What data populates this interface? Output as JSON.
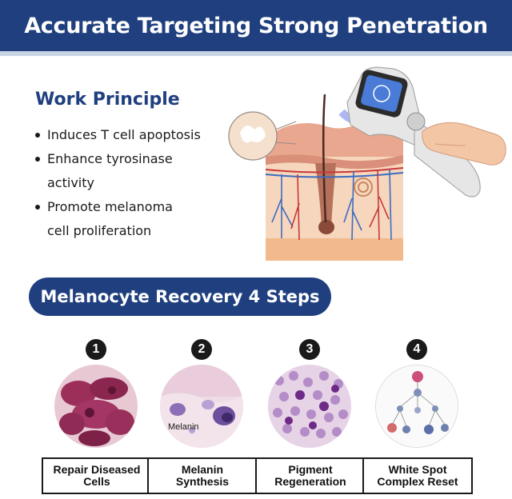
{
  "banner": {
    "title": "Accurate Targeting  Strong Penetration"
  },
  "work_principle": {
    "title": "Work Principle",
    "bullets": [
      [
        "Induces T cell apoptosis"
      ],
      [
        "Enhance tyrosinase",
        "activity"
      ],
      [
        "Promote melanoma",
        "cell proliferation"
      ]
    ]
  },
  "steps_section": {
    "title": "Melanocyte Recovery 4 Steps"
  },
  "steps": [
    {
      "number": "1",
      "label_line1": "Repair Diseased",
      "label_line2": "Cells"
    },
    {
      "number": "2",
      "label_line1": "Melanin",
      "label_line2": "Synthesis",
      "image_label": "Melanin"
    },
    {
      "number": "3",
      "label_line1": "Pigment",
      "label_line2": "Regeneration"
    },
    {
      "number": "4",
      "label_line1": "White Spot",
      "label_line2": "Complex Reset"
    }
  ],
  "colors": {
    "navy": "#1f3f7f",
    "stripe": "#c9d4e4",
    "skin": "#f3c7a6",
    "device_blue": "#4a7bd6"
  }
}
